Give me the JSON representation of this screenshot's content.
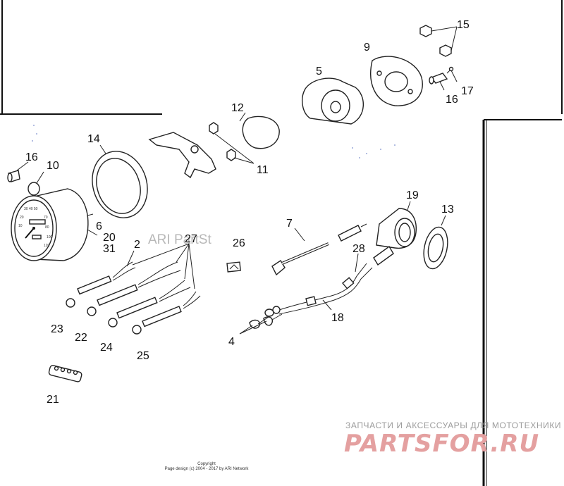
{
  "diagram": {
    "callouts": {
      "c15": "15",
      "c9": "9",
      "c5": "5",
      "c17": "17",
      "c16a": "16",
      "c12": "12",
      "c14": "14",
      "c11": "11",
      "c16b": "16",
      "c10": "10",
      "c19": "19",
      "c13": "13",
      "c7": "7",
      "c6": "6",
      "c20": "20",
      "c31": "31",
      "c2": "2",
      "c27": "27",
      "c26": "26",
      "c28": "28",
      "c18": "18",
      "c4": "4",
      "c23": "23",
      "c22": "22",
      "c24": "24",
      "c25": "25",
      "c21": "21"
    },
    "watermark": "ARI PartSt"
  },
  "footer": {
    "promo_line": "ЗАПЧАСТИ И АКСЕССУАРЫ ДЛЯ МОТОТЕХНИКИ",
    "brand": "PARTSFOR.RU",
    "copyright_title": "Copyright",
    "copyright_line": "Page design (c) 2004 - 2017 by ARI Network"
  },
  "colors": {
    "line": "#222222",
    "background": "#ffffff",
    "brand": "#e4a0a0"
  }
}
